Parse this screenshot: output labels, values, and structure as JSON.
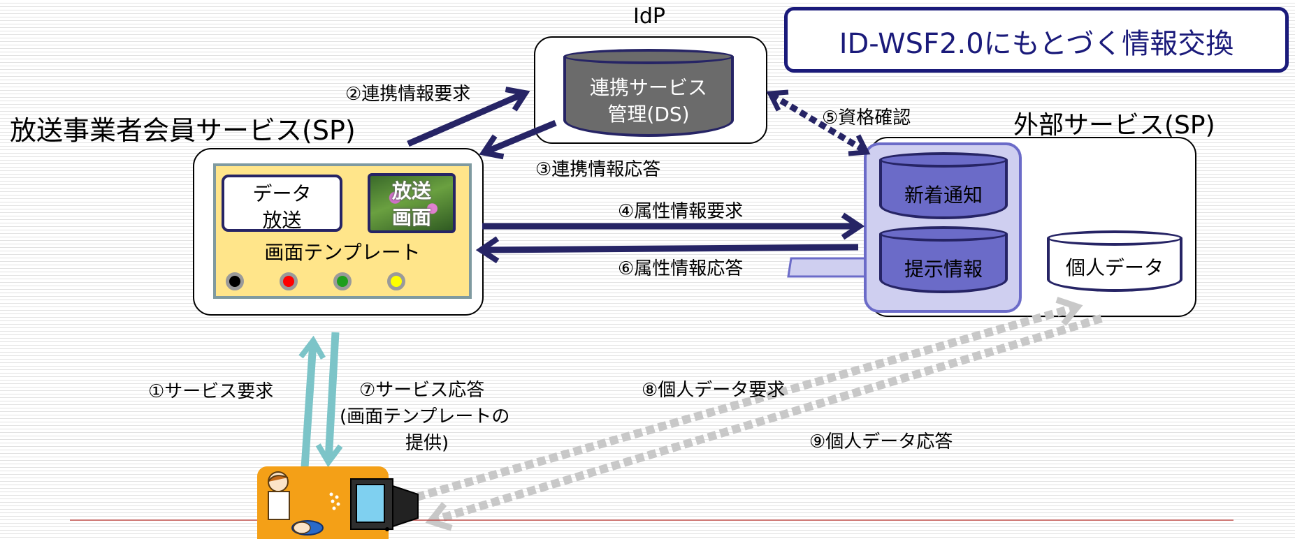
{
  "title": "ID-WSF2.0にもとづく情報交換",
  "idp": {
    "label": "IdP",
    "ds_line1": "連携サービス",
    "ds_line2": "管理(DS)"
  },
  "sp_broadcaster": {
    "label": "放送事業者会員サービス(SP)",
    "data_broadcast_line1": "データ",
    "data_broadcast_line2": "放送",
    "screen_line1": "放送",
    "screen_line2": "画面",
    "template_label": "画面テンプレート",
    "button_colors": [
      "#000000",
      "#ff0000",
      "#1e9e1e",
      "#ffff00"
    ]
  },
  "sp_external": {
    "label": "外部サービス(SP)",
    "new_notice": "新着通知",
    "presentation_info": "提示情報",
    "personal_data": "個人データ"
  },
  "steps": {
    "s1": "①サービス要求",
    "s2": "②連携情報要求",
    "s3": "③連携情報応答",
    "s4": "④属性情報要求",
    "s5": "⑤資格確認",
    "s6": "⑥属性情報応答",
    "s7_line1": "⑦サービス応答",
    "s7_line2": "(画面テンプレートの",
    "s7_line3": "提供)",
    "s8": "⑧個人データ要求",
    "s9": "⑨個人データ応答"
  },
  "colors": {
    "navy": "#262465",
    "dark_cylinder": "#6b6b6b",
    "purple_fill": "#6b6bc8",
    "callout_fill": "#cfcff0",
    "template_fill": "#ffe58a",
    "teal_arrow": "#7cc4c8",
    "gray_dotted": "#c8c8c8",
    "orange_device": "#f4a017"
  }
}
